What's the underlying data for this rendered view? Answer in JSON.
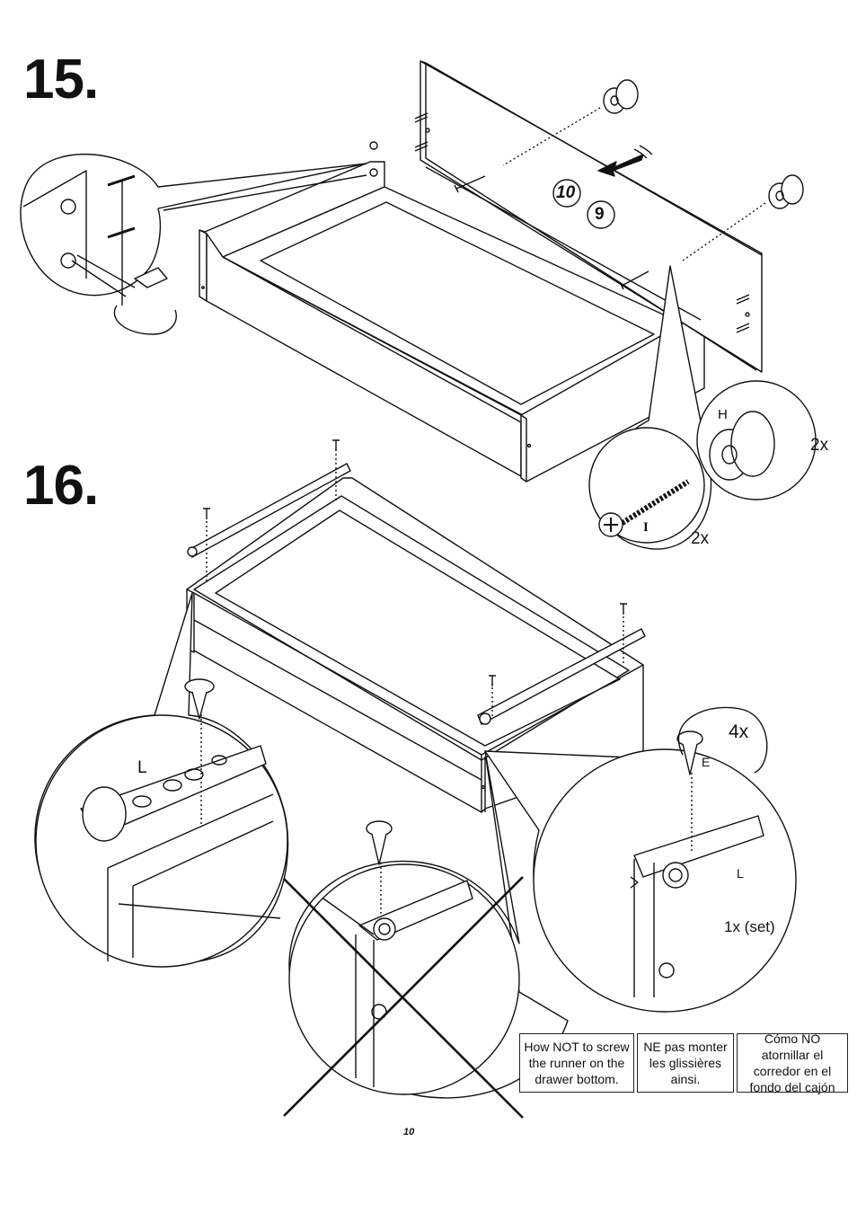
{
  "steps": {
    "step15": "15.",
    "step16": "16."
  },
  "step15_labels": {
    "part_10": "10",
    "part_9": "9",
    "part_H": "H",
    "part_I": "I",
    "qty_knob": "2x",
    "qty_screw": "2x"
  },
  "step16_labels": {
    "part_L_left": "L",
    "qty_screws": "4x",
    "part_E": "E",
    "part_L_right": "L",
    "qty_set": "1x (set)"
  },
  "warning": {
    "en": "How NOT to screw the  runner on the drawer bottom.",
    "fr": "NE pas monter les glissières ainsi.",
    "es": "Cómo NO atornillar el corredor en el fondo del cajón"
  },
  "page_number": "10"
}
